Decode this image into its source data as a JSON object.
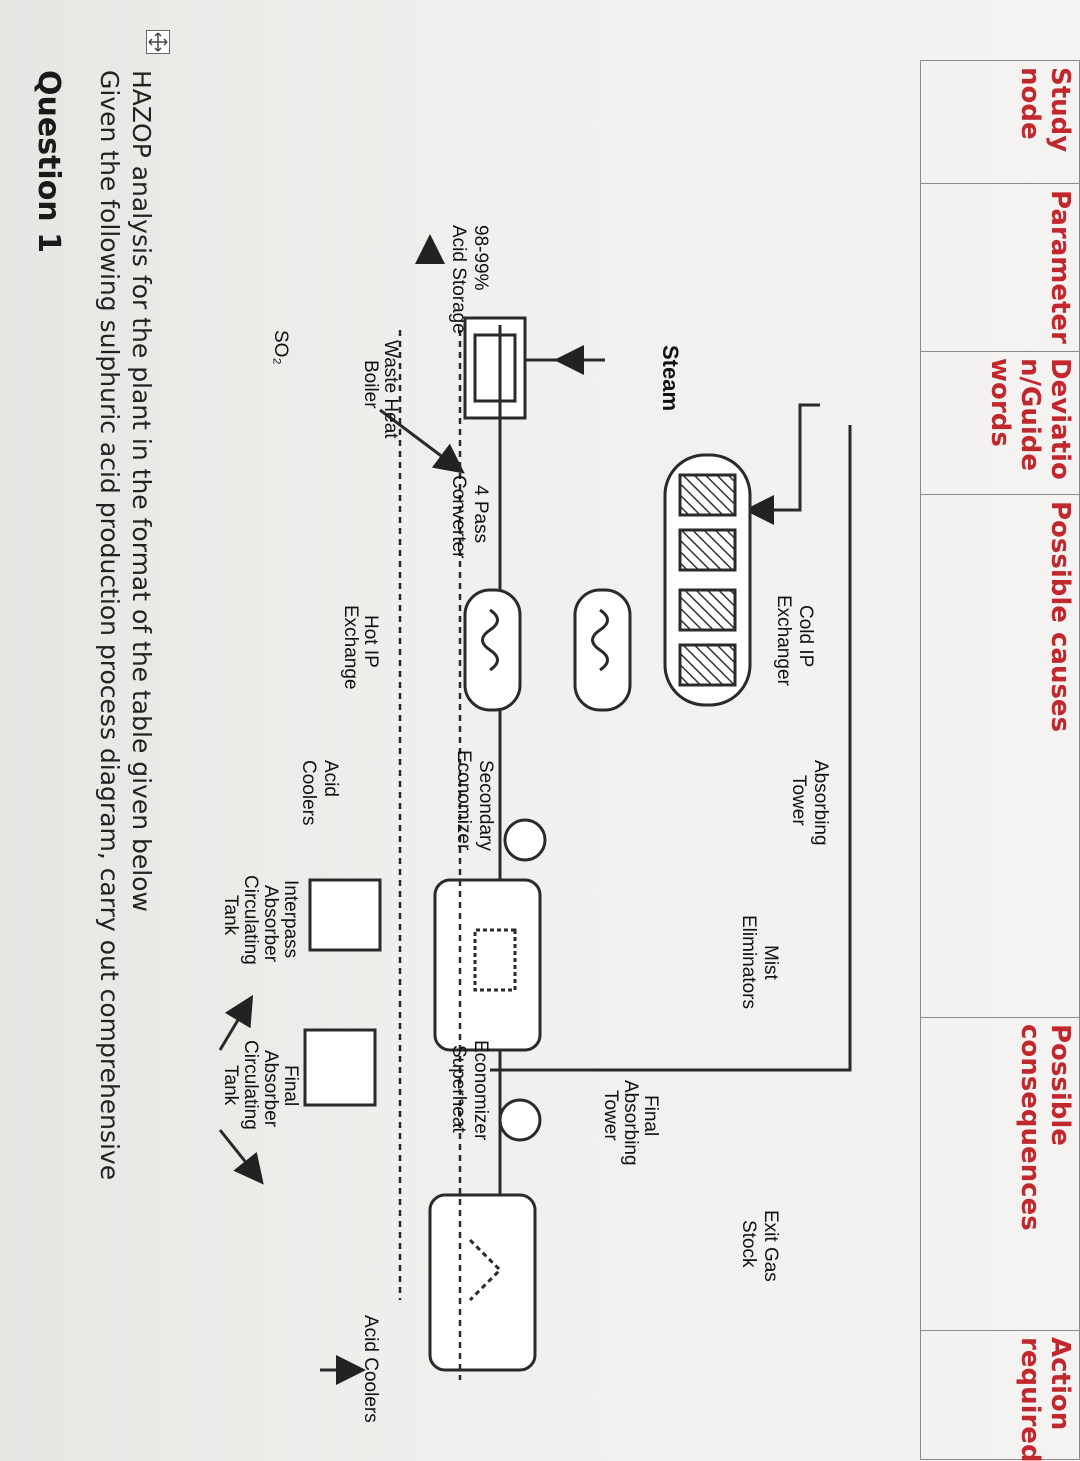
{
  "question": {
    "title": "Question 1",
    "line1": "Given the following sulphuric acid production process diagram, carry out comprehensive",
    "line2": "HAZOP analysis for the plant in the format of the table given below"
  },
  "diagram": {
    "labels": {
      "so2": "SO₂",
      "steam": "Steam",
      "acid_storage_1": "98-99%",
      "acid_storage_2": "Acid Storage",
      "waste_heat_1": "Waste Heat",
      "waste_heat_2": "Boiler",
      "converter_1": "4 Pass",
      "converter_2": "Converter",
      "cold_ip_1": "Cold IP",
      "cold_ip_2": "Exchanger",
      "hot_ip_1": "Hot IP",
      "hot_ip_2": "Exchange",
      "absorbing_1": "Absorbing",
      "absorbing_2": "Tower",
      "secondary_1": "Secondary",
      "secondary_2": "Economizer",
      "acid_coolers_left_1": "Acid",
      "acid_coolers_left_2": "Coolers",
      "mist_1": "Mist",
      "mist_2": "Eliminators",
      "interpass_1": "Interpass",
      "interpass_2": "Absorber",
      "interpass_3": "Circulating",
      "interpass_4": "Tank",
      "econ_super_1": "Economizer",
      "econ_super_2": "Superheat",
      "final_tower_1": "Final",
      "final_tower_2": "Absorbing",
      "final_tower_3": "Tower",
      "final_tank_1": "Final",
      "final_tank_2": "Absorber",
      "final_tank_3": "Circulating",
      "final_tank_4": "Tank",
      "exit_gas_1": "Exit Gas",
      "exit_gas_2": "Stock",
      "acid_coolers_right": "Acid Coolers"
    }
  },
  "table": {
    "headers": [
      [
        "Study",
        "node"
      ],
      [
        "Parameter"
      ],
      [
        "Deviatio",
        "n/Guide",
        "words"
      ],
      [
        "Possible causes"
      ],
      [
        "Possible",
        "consequences"
      ],
      [
        "Action",
        "required"
      ]
    ]
  },
  "colors": {
    "header_text": "#c1272d",
    "ink": "#1a1a1a"
  },
  "icons": [
    "table-move-icon"
  ]
}
